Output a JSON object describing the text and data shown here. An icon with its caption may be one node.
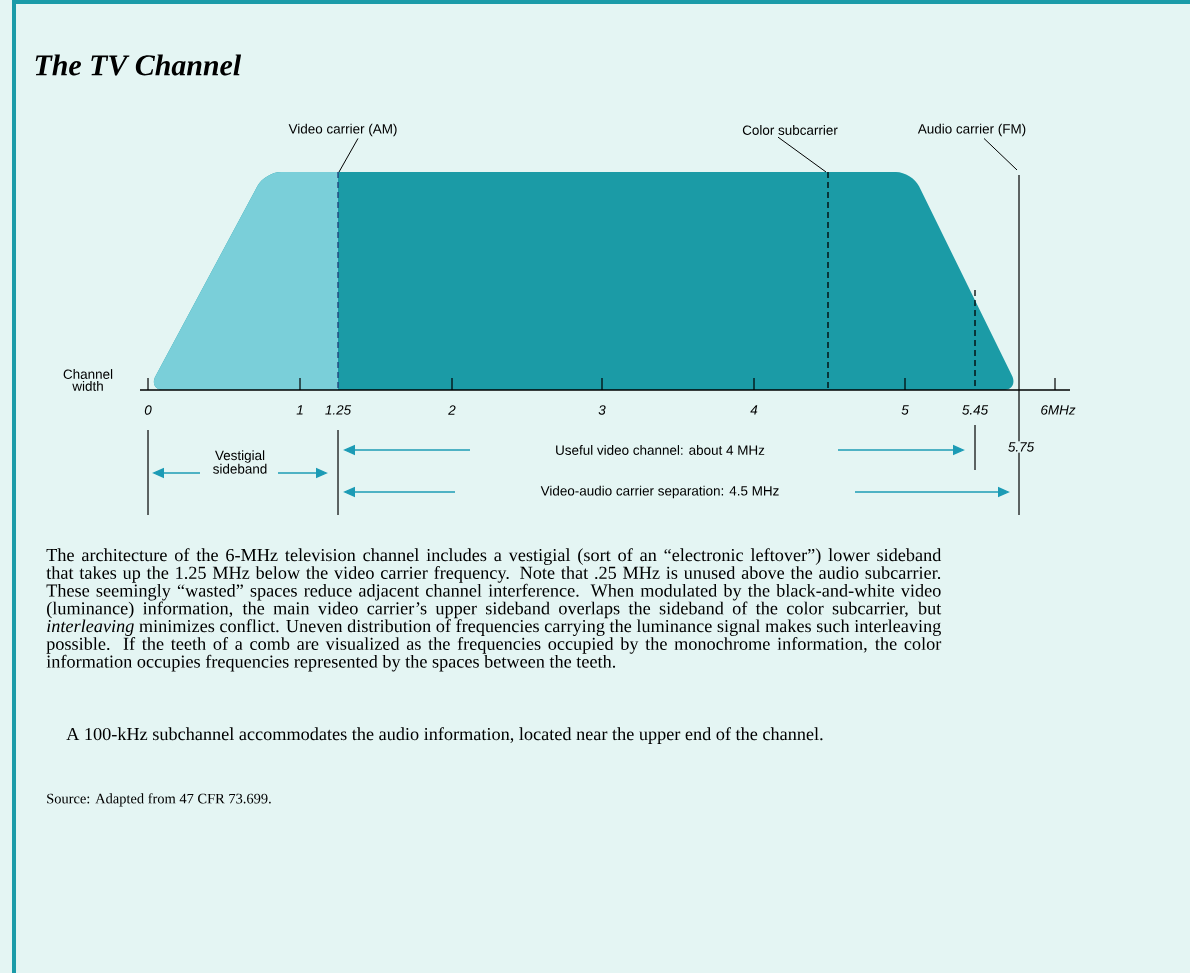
{
  "diagram": {
    "title": "The TV Channel",
    "nodes": [
      {
        "text": [
          "Video carrier (AM)"
        ]
      },
      {
        "text": [
          "Color subcarrier"
        ]
      },
      {
        "text": [
          "Audio carrier (FM)"
        ]
      }
    ],
    "edges": [
      {
        "from": 0,
        "to": null,
        "arrow": "none"
      },
      {
        "from": 1,
        "to": null,
        "arrow": "none"
      },
      {
        "from": 2,
        "to": null,
        "arrow": "none"
      }
    ],
    "labels": [
      "Channel width",
      "0",
      "1",
      "1.25",
      "2",
      "3",
      "4",
      "5",
      "5.45",
      "6MHz",
      "5.75",
      "Vestigial sideband",
      "Useful video channel: about 4 MHz",
      "Video-audio carrier separation: 4.5 MHz",
      "The architecture of the 6-MHz television channel includes a vestigial (sort of an “electronic leftover”) lower sideband that takes up the 1.25 MHz below the video carrier frequency. Note that .25 MHz is unused above the audio subcarrier. These seemingly “wasted” spaces reduce adjacent channel interference. When modulated by the black-and-white video (luminance) information, the main video carrier’s upper sideband overlaps the sideband of the color subcarrier, but *interleaving* minimizes conflict. Uneven distribution of frequencies carrying the luminance signal makes such interleaving possible. If the teeth of a comb are visualized as the frequencies occupied by the monochrome information, the color information occupies frequencies represented by the spaces between the teeth.",
      "A 100-kHz subchannel accommodates the audio information, located near the upper end of the channel."
    ],
    "caption": "Source: Adapted from 47 CFR 73.699."
  }
}
